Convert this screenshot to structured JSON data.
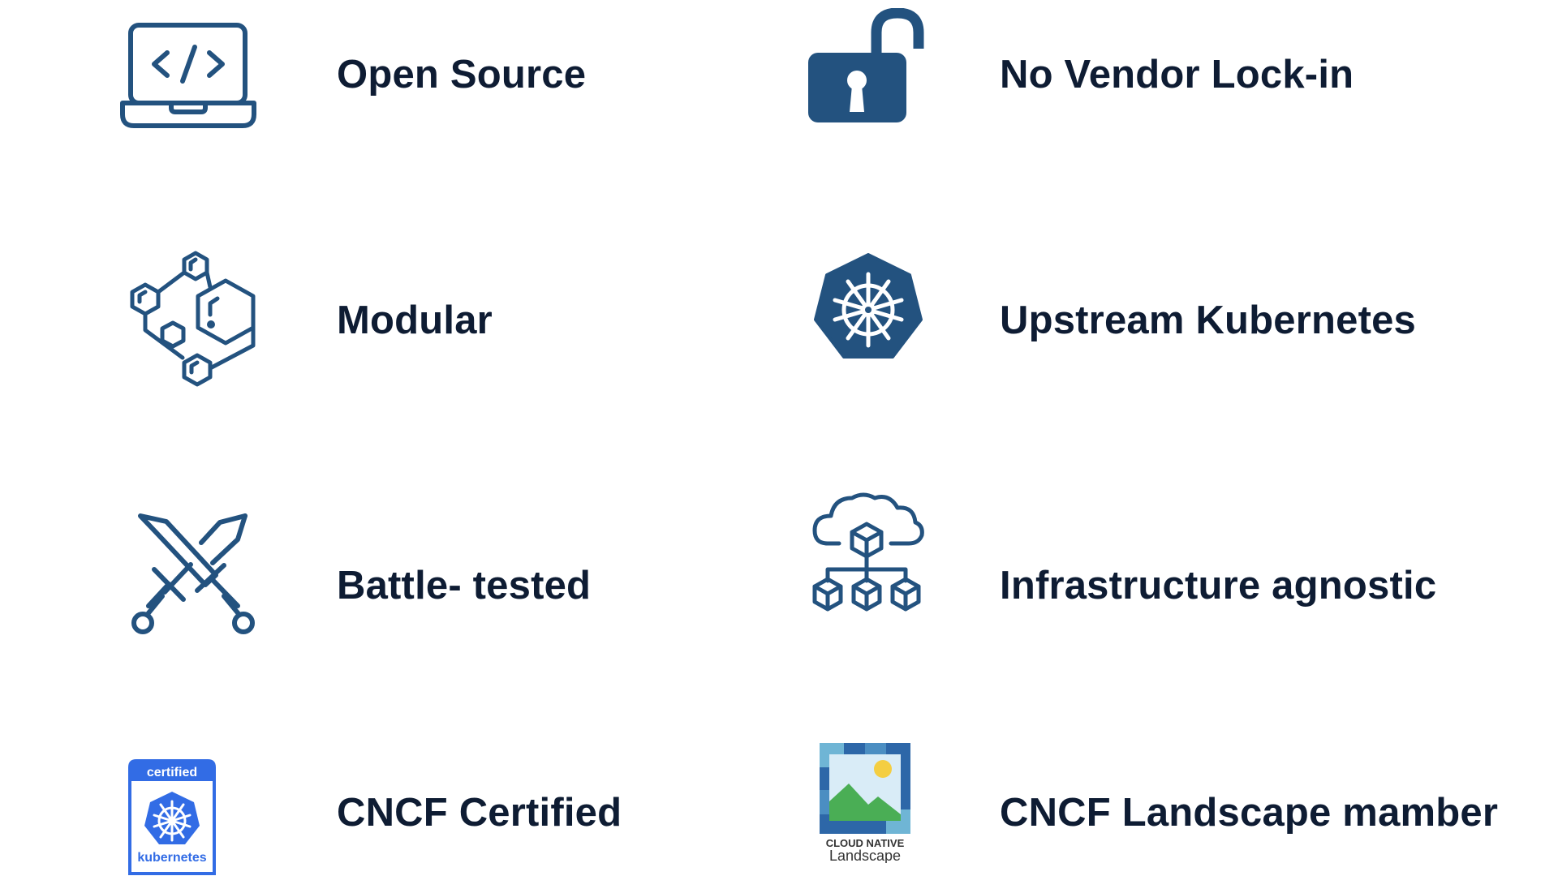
{
  "colors": {
    "icon_blue": "#23527f",
    "text_dark": "#0e1c33",
    "cert_blue": "#326ce5",
    "sun_yellow": "#f4ce42",
    "hill_green": "#4aae55",
    "frame_teal": "#6fb5d5"
  },
  "features": [
    {
      "label": "Open Source",
      "icon": "laptop-code-icon"
    },
    {
      "label": "No Vendor Lock-in",
      "icon": "unlocked-padlock-icon"
    },
    {
      "label": "Modular",
      "icon": "hexagon-modules-icon"
    },
    {
      "label": "Upstream Kubernetes",
      "icon": "kubernetes-helm-icon"
    },
    {
      "label": "Battle- tested",
      "icon": "crossed-swords-icon"
    },
    {
      "label": "Infrastructure agnostic",
      "icon": "cloud-cubes-icon"
    },
    {
      "label": "CNCF Certified",
      "icon": "kubernetes-certified-badge"
    },
    {
      "label": "CNCF Landscape mamber",
      "icon": "cloud-native-landscape-logo"
    }
  ],
  "badges": {
    "certified_top": "certified",
    "certified_bottom": "kubernetes",
    "landscape_line1": "CLOUD NATIVE",
    "landscape_line2": "Landscape"
  }
}
